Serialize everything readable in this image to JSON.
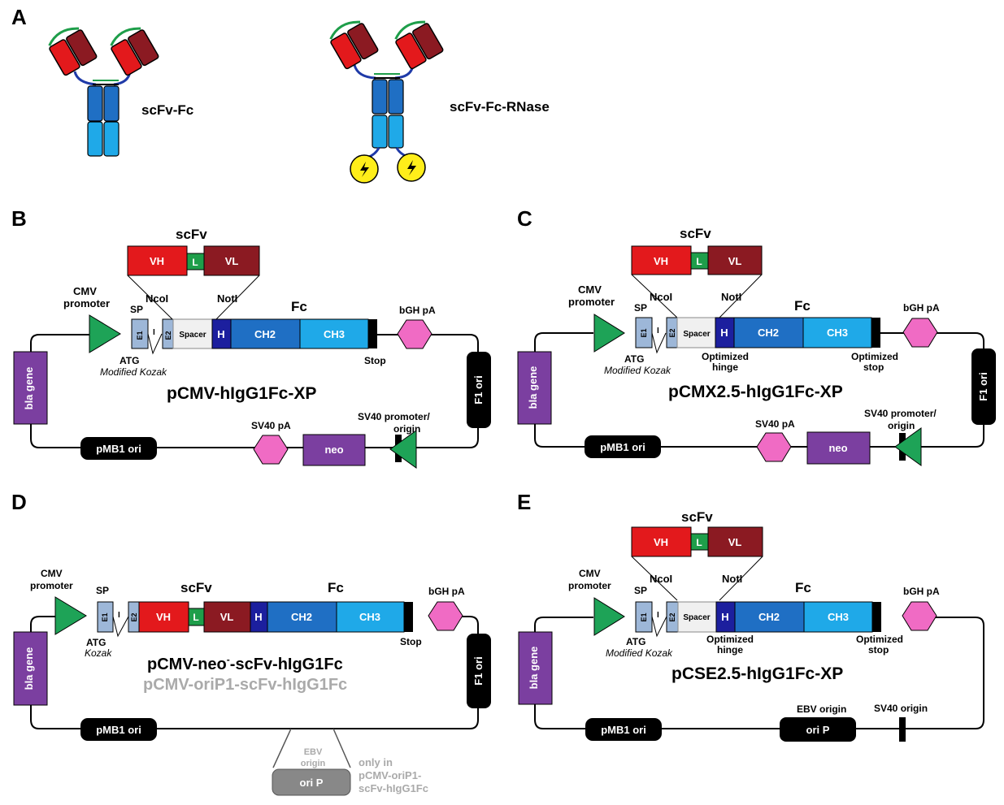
{
  "panels": {
    "A": "A",
    "B": "B",
    "C": "C",
    "D": "D",
    "E": "E"
  },
  "panelA": {
    "scfv_fc": "scFv-Fc",
    "scfv_fc_rnase": "scFv-Fc-RNase"
  },
  "colors": {
    "vh": "#e3191c",
    "vl": "#8b1a22",
    "linker": "#1e9e4a",
    "ch2": "#1f6fc4",
    "ch3": "#1fa9e8",
    "hinge": "#1c1f9e",
    "exon": "#9db7d8",
    "purple": "#7b3fa0",
    "pink": "#f06bc4",
    "green": "#1ea357",
    "black": "#000000",
    "grey": "#aaaaaa",
    "rnase": "#ffee1a"
  },
  "labels": {
    "vh": "VH",
    "l": "L",
    "vl": "VL",
    "scfv": "scFv",
    "fc": "Fc",
    "h": "H",
    "ch2": "CH2",
    "ch3": "CH3",
    "spacer": "Spacer",
    "e1": "E1",
    "e2": "E2",
    "i": "I",
    "ncoi": "NcoI",
    "noti": "NotI",
    "cmv": "CMV",
    "promoter": "promoter",
    "sp": "SP",
    "atg": "ATG",
    "modified_kozak": "Modified Kozak",
    "kozak": "Kozak",
    "bgh": "bGH pA",
    "stop": "Stop",
    "optimized": "Optimized",
    "hinge": "hinge",
    "stop_lc": "stop",
    "bla": "bla gene",
    "f1": "F1 ori",
    "pmb1": "pMB1 ori",
    "sv40pa": "SV40 pA",
    "neo": "neo",
    "sv40_promoter": "SV40 promoter/",
    "origin": "origin",
    "ebv_origin": "EBV origin",
    "orip": "ori P",
    "sv40_origin": "SV40 origin",
    "ebv_small": "EBV",
    "origin_small": "origin",
    "only_in": "only in",
    "only_in_2": "pCMV-oriP1-",
    "only_in_3": "scFv-hIgG1Fc"
  },
  "titles": {
    "B": "pCMV-hIgG1Fc-XP",
    "C": "pCMX2.5-hIgG1Fc-XP",
    "D_main": "pCMV-neo",
    "D_sup": "-",
    "D_rest": "-scFv-hIgG1Fc",
    "D_alt": "pCMV-oriP1-scFv-hIgG1Fc",
    "E": "pCSE2.5-hIgG1Fc-XP"
  }
}
